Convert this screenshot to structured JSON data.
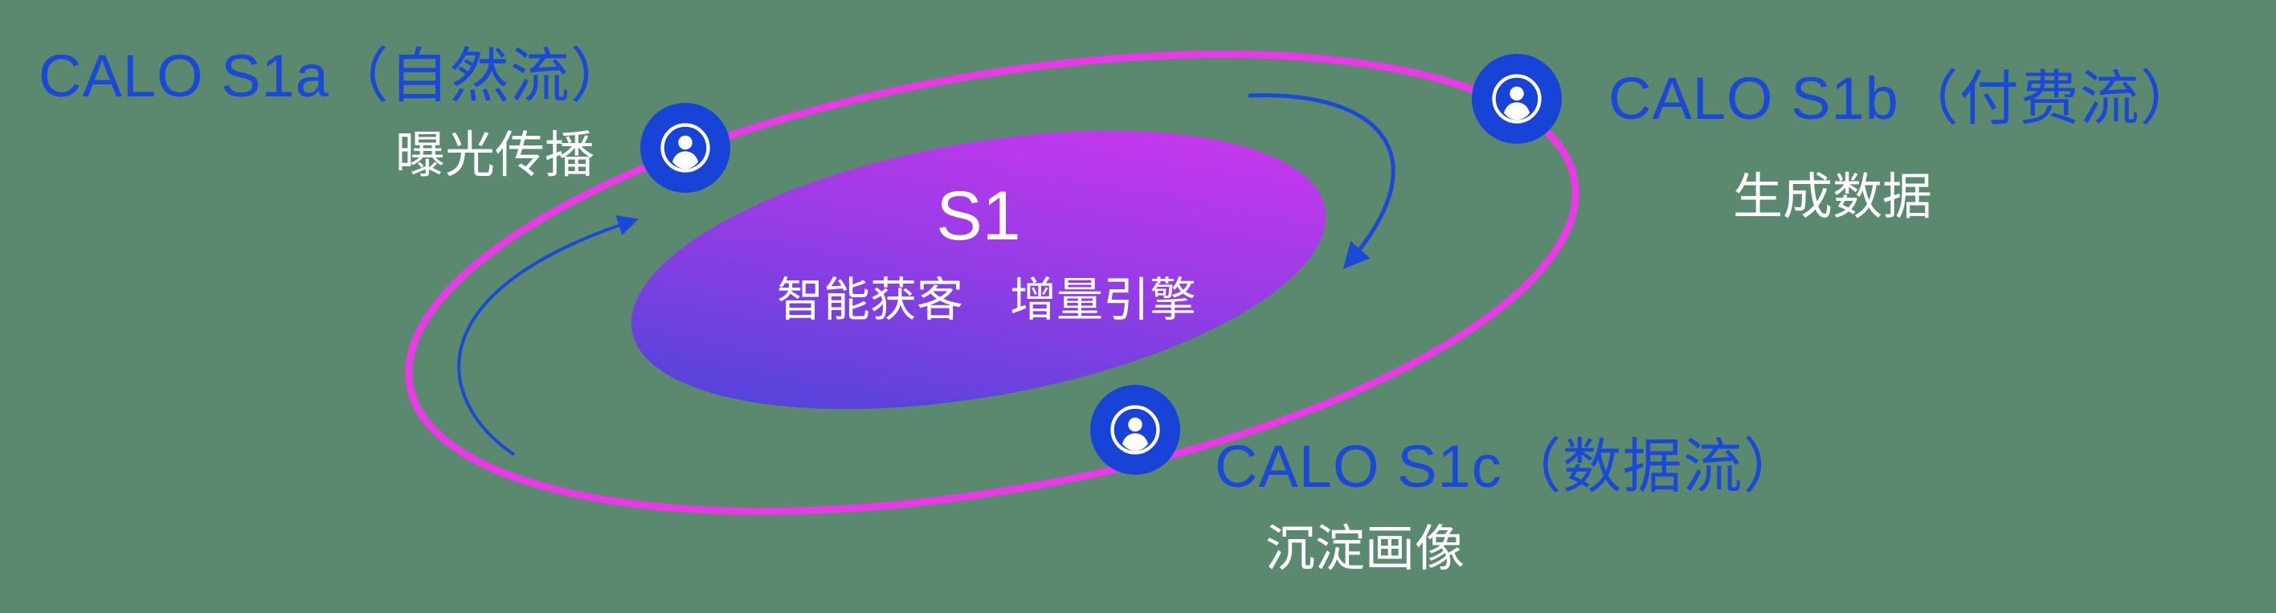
{
  "core": {
    "title": "S1",
    "subtitle": "智能获客　增量引擎"
  },
  "satellites": [
    {
      "id": "s1a",
      "title": "CALO S1a（自然流）",
      "subtitle": "曝光传播",
      "icon": "user-circle-icon"
    },
    {
      "id": "s1b",
      "title": "CALO S1b（付费流）",
      "subtitle": "生成数据",
      "icon": "user-circle-icon"
    },
    {
      "id": "s1c",
      "title": "CALO S1c（数据流）",
      "subtitle": "沉淀画像",
      "icon": "user-circle-icon"
    }
  ],
  "colors": {
    "background_green": "#5b8970",
    "label_blue": "#1b49d7",
    "subtitle_white": "#ffffff",
    "orbit_ring_pink": "#ea3ae8",
    "node_blue": "#1743d6",
    "core_gradient_start": "#3f46d8",
    "core_gradient_end": "#d935f0",
    "arrow_blue": "#1b49d7"
  }
}
